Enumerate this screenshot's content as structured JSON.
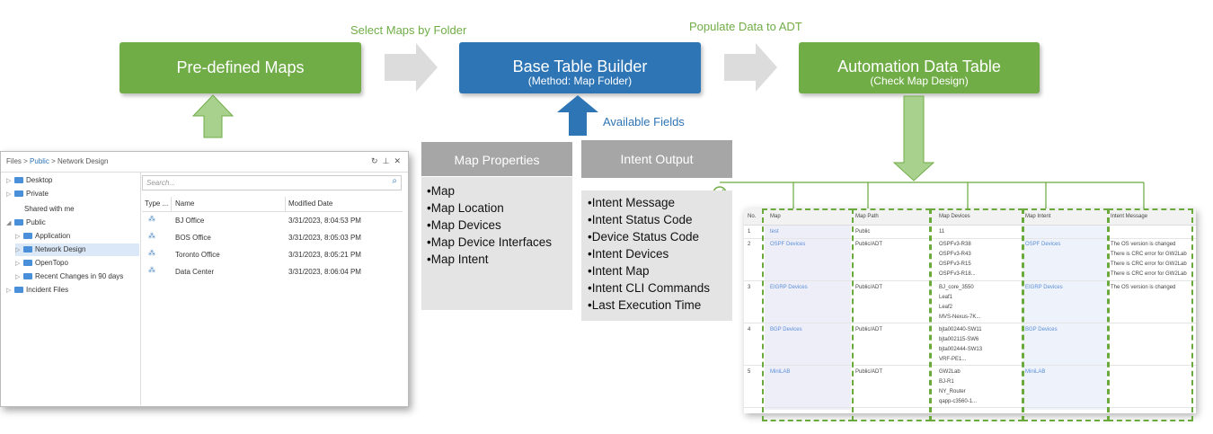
{
  "flow": {
    "label_select": "Select Maps by Folder",
    "label_populate": "Populate Data to ADT",
    "label_available": "Available Fields",
    "box_predefined": "Pre-defined Maps",
    "box_builder": "Base Table Builder",
    "box_builder_sub": "(Method: Map Folder)",
    "box_adt": "Automation Data Table",
    "box_adt_sub": "(Check Map Design)"
  },
  "map_properties": {
    "header": "Map Properties",
    "items": [
      "Map",
      "Map Location",
      "Map Devices",
      "Map Device Interfaces",
      "Map Intent"
    ]
  },
  "intent_output": {
    "header": "Intent Output",
    "items": [
      "Intent Message",
      "Intent Status Code",
      "Device Status Code",
      "Intent Devices",
      "Intent Map",
      "Intent CLI Commands",
      "Last Execution Time"
    ]
  },
  "explorer": {
    "crumb_files": "Files",
    "crumb_public": "Public",
    "crumb_current": "Network Design",
    "search_placeholder": "Search...",
    "tree": [
      "Desktop",
      "Private",
      "Shared with me",
      "Public",
      "Application",
      "Network Design",
      "OpenTopo",
      "Recent Changes in 90 days",
      "Incident Files"
    ],
    "columns": [
      "Type ...",
      "Name",
      "Modified Date"
    ],
    "rows": [
      {
        "name": "BJ Office",
        "date": "3/31/2023, 8:04:53 PM"
      },
      {
        "name": "BOS Office",
        "date": "3/31/2023, 8:05:03 PM"
      },
      {
        "name": "Toronto Office",
        "date": "3/31/2023, 8:05:21 PM"
      },
      {
        "name": "Data Center",
        "date": "3/31/2023, 8:06:04 PM"
      }
    ]
  },
  "adt": {
    "columns": [
      "No.",
      "Map",
      "Map Path",
      "Map Devices",
      "Map Intent",
      "Intent Message"
    ],
    "rows": [
      {
        "no": "1",
        "map": "test",
        "path": "Public",
        "devices": [
          "11"
        ],
        "intent": "",
        "messages": []
      },
      {
        "no": "2",
        "map": "OSPF Devices",
        "path": "Public/ADT",
        "devices": [
          "OSPFv3-R38",
          "OSPFv3-R43",
          "OSPFv3-R15",
          "OSPFv3-R18..."
        ],
        "intent": "OSPF Devices",
        "messages": [
          "The OS version is changed",
          "There is CRC error for GW2Lab",
          "There is CRC error for GW2Lab",
          "There is CRC error for GW2Lab"
        ]
      },
      {
        "no": "3",
        "map": "EIGRP Devices",
        "path": "Public/ADT",
        "devices": [
          "BJ_core_3550",
          "Leaf1",
          "Leaf2",
          "MVS-Nexus-7K..."
        ],
        "intent": "EIGRP Devices",
        "messages": [
          "The OS version is changed"
        ]
      },
      {
        "no": "4",
        "map": "BGP Devices",
        "path": "Public/ADT",
        "devices": [
          "bjta002440-SW11",
          "bjta002115-SW6",
          "bjta002444-SW13",
          "VRF-PE1..."
        ],
        "intent": "BGP Devices",
        "messages": []
      },
      {
        "no": "5",
        "map": "MiniLAB",
        "path": "Public/ADT",
        "devices": [
          "GW2Lab",
          "BJ-R1",
          "NY_Router",
          "qapp-c3560-1..."
        ],
        "intent": "MiniLAB",
        "messages": []
      }
    ]
  },
  "colors": {
    "green": "#70ad47",
    "blue": "#2e75b6",
    "gray": "#a6a6a6",
    "light_gray": "#e4e4e4"
  }
}
